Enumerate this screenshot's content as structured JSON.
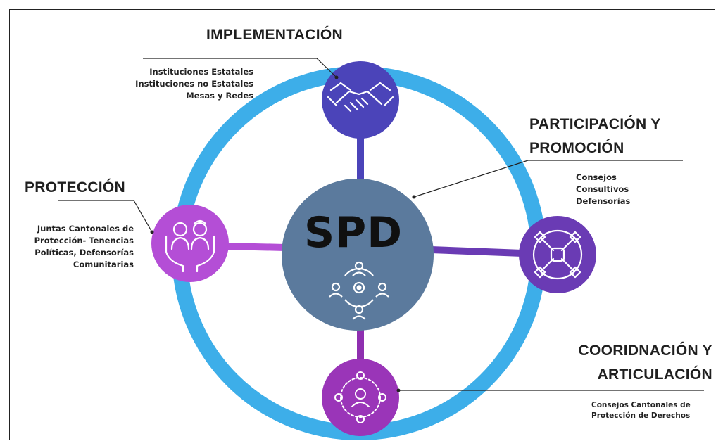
{
  "center": {
    "label": "SPD",
    "icon": "network-people-icon"
  },
  "nodes": {
    "implementacion": {
      "title": "IMPLEMENTACIÓN",
      "lines": [
        "Instituciones Estatales",
        "Instituciones no Estatales",
        "Mesas y Redes"
      ],
      "icon": "handshake-icon",
      "color": "#4b44b9"
    },
    "participacion": {
      "title_lines": [
        "PARTICIPACIÓN Y",
        "PROMOCIÓN"
      ],
      "lines": [
        "Consejos",
        "Consultivos",
        "Defensorías"
      ],
      "icon": "group-hands-icon",
      "color": "#6a3bb4"
    },
    "proteccion": {
      "title": "PROTECCIÓN",
      "lines": [
        "Juntas Cantonales de",
        "Protección- Tenencias",
        "Políticas, Defensorías",
        "Comunitarias"
      ],
      "icon": "children-in-hands-icon",
      "color": "#b44ed6"
    },
    "coordinacion": {
      "title_lines": [
        "COORIDNACIÓN Y",
        "ARTICULACIÓN"
      ],
      "lines": [
        "Consejos Cantonales de",
        "Protección de Derechos"
      ],
      "icon": "people-network-icon",
      "color": "#9a35b8"
    }
  },
  "colors": {
    "ring": "#3daee9",
    "center": "#5b7a9d",
    "spoke_top": "#4b44b9",
    "spoke_left": "#b44ed6",
    "spoke_right": "#6a3bb4",
    "spoke_bottom": "#8f2fb0"
  }
}
